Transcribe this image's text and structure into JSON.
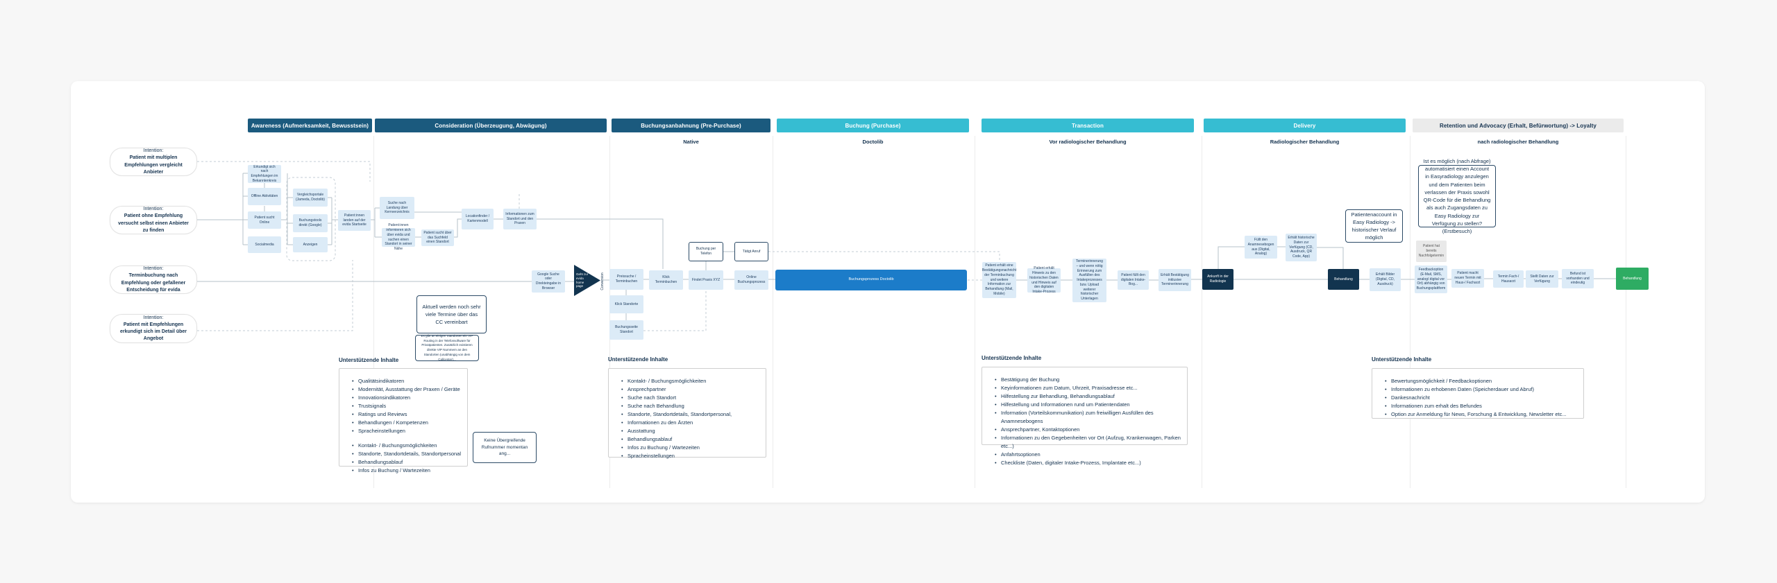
{
  "phases": [
    {
      "label": "Awareness (Aufmerksamkeit, Bewusstsein)",
      "sublabel": "",
      "color": "#1b5a7e"
    },
    {
      "label": "Consideration (Überzeugung, Abwägung)",
      "sublabel": "",
      "color": "#1b5a7e"
    },
    {
      "label": "Buchungsanbahnung (Pre-Purchase)",
      "sublabel": "Native",
      "color": "#1b5a7e"
    },
    {
      "label": "Buchung (Purchase)",
      "sublabel": "Doctolib",
      "color": "#36bdd2"
    },
    {
      "label": "Transaction",
      "sublabel": "Vor radiologischer Behandlung",
      "color": "#36bdd2"
    },
    {
      "label": "Delivery",
      "sublabel": "Radiologischer Behandlung",
      "color": "#36bdd2"
    },
    {
      "label": "Retention und Advocacy (Erhalt, Befürwortung) -> Loyalty",
      "sublabel": "nach radiologischer Behandlung",
      "color": "#ebebeb"
    }
  ],
  "intentions": {
    "label": "Intention:",
    "items": [
      "Patient mit multiplen Empfehlungen vergleicht Anbieter",
      "Patient ohne Empfehlung versucht selbst einen Anbieter zu finden",
      "Terminbuchung nach Empfehlung oder gefallener Entscheidung für evida",
      "Patient mit Empfehlungen erkundigt sich im Detail über Angebot"
    ]
  },
  "divider_label": "Conversion",
  "nodes": {
    "aw1": "Erkundigt sich nach Empfehlungen im Bekanntenkreis",
    "aw2": "Offline Aktivitäten",
    "aw3": "Patient sucht Online",
    "aw4": "Socialmedia",
    "po1": "Vergleichsportale (Jameda, Doctolib)",
    "po2": "Buchungstools direkt (Google)",
    "po3": "Anzeigen",
    "landing": "Patient:innen landen auf der evida Startseite",
    "search_directory": "Suche nach Landung über Kernverzeichnis",
    "info_evida": "Patient:innen informieren sich über evida und suchen einen Standort in seiner Nähe",
    "search_location": "Patient sucht über das Suchfeld einen Standort",
    "location_finder": "Locationfinder / Kartenmodell",
    "location_info": "Informationen zum Standort und den Praxen",
    "google_direct": "Google Suche oder Direkteingabe in Browser",
    "goto_homepage": "Geht zur evida home page",
    "pp_price": "Preissuche / Terminbuchen",
    "pp_click_termin": "Klick Terminbuchen",
    "pp_praxis": "Findet Praxis XYZ",
    "pp_online": "Online Buchungsprozess",
    "pp_click_standorte": "Klick Standorte",
    "pp_buchungsseite": "Buchungsseite Standort",
    "phone_booking": "Buchung per Telefon",
    "phone_call": "Tätigt Anruf",
    "purchase_process": "Buchungsprozess Doctolib",
    "tr1": "Patient erhält eine Bestätigungsnachricht der Terminbuchung und weitere Information zur Behandlung (Mail, Mobile)",
    "tr2": "Patient erhält Hinweis zu den historischen Daten und Hinweis auf den digitalen Intake-Prozess",
    "tr3": "Terminerinnerung – und wenn nötig Erinnerung zum Ausfüllen des Intakeprozesses bzw. Upload weiterer historischer Unterlagen",
    "tr4": "Patient füllt den digitalen Intake-Bog...",
    "tr5": "Erhält Bestätigung inklusive Terminerinnerung",
    "de_arrival": "Ankunft in der Radiologie",
    "de_anamnese": "Füllt den Anamnesebogen aus (Digital, Analog)",
    "de_history": "Erhält historische Daten zur Verfügung (CD, Ausdruck, QR Code, App)",
    "de_treatment": "Behandlung",
    "de_images": "Erhält Bilder (Digital, CD, Ausdruck)",
    "re_followup": "Patient hat bereits Nachfolgetermin",
    "re_feedback": "Feedbackoption (E-Mail, SMS, analog/ digital vor Ort) abhängig von Buchungsplattform",
    "re_new_termin": "Patient macht neuen Termin mit Haus-/ Facharzt",
    "re_termin_arzt": "Termin Fach-/ Hausarzt",
    "re_daten": "Stellt Daten zur Verfügung",
    "re_befund": "Befund ist vorhanden und eindeutig",
    "re_treatment": "Behandlung"
  },
  "notes": {
    "cc_note": "Aktuell werden noch sehr viele Termine über das CC vereinbart",
    "vip_note": "Es gibt an einigen Standorten ein VIP Routing in der Telefonsoftware für Privatpatienten. Zusätzlich existieren direkte VIP Nummern an den Standorten (unabhängig von dem Callcenter)...",
    "rufnummer_note": "Keine Übergreifende Rufnummer momentan ang...",
    "account_note": "Patientenaccount in Easy Radiology -> historischer Verlauf möglich",
    "easy_note": "Ist es möglich (nach Abfrage) automatisiert einen Account in Easyradiology anzulegen und dem Patienten beim verlassen der Praxis sowohl QR-Code für die Behandlung als auch Zugangsdaten zu Easy Radiology zur Verfügung zu stellen? (Erstbesuch)"
  },
  "supporting": [
    {
      "title": "Unterstützende Inhalte",
      "groups": [
        [
          "Qualitätsindikatoren",
          "Modernität, Ausstattung der Praxen / Geräte",
          "Innovationsindikatoren",
          "Trustsignals",
          "Ratings und Reviews",
          "Behandlungen / Kompetenzen",
          "Spracheinstellungen"
        ],
        [
          "Kontakt- / Buchungsmöglichkeiten",
          "Standorte, Standortdetails, Standortpersonal",
          "Behandlungsablauf",
          "Infos zu Buchung / Wartezeiten"
        ]
      ]
    },
    {
      "title": "Unterstützende Inhalte",
      "groups": [
        [
          "Kontakt- / Buchungsmöglichkeiten",
          "Ansprechpartner",
          "Suche nach Standort",
          "Suche nach Behandlung",
          "Standorte, Standortdetails, Standortpersonal,",
          "Informationen zu den Ärzten",
          "Ausstattung",
          "Behandlungsablauf",
          "Infos zu Buchung / Wartezeiten",
          "Spracheinstellungen"
        ]
      ]
    },
    {
      "title": "Unterstützende Inhalte",
      "groups": [
        [
          "Bestätigung der Buchung",
          "Keyinformationen zum Datum, Uhrzeit, Praxisadresse etc...",
          "Hilfestellung zur Behandlung, Behandlungsablauf",
          "Hilfestellung und Informationen rund um Patientendaten",
          "Information (Vorteilskommunikation) zum freiwilligen Ausfüllen des Anamnesebogens",
          "Ansprechpartner, Kontaktoptionen",
          "Informationen zu den Gegebenheiten vor Ort (Aufzug, Krankenwagen, Parken etc...)",
          "Anfahrtsoptionen",
          "Checkliste (Daten, digitaler Intake-Prozess, Implantate etc...)"
        ]
      ]
    },
    {
      "title": "Unterstützende Inhalte",
      "groups": [
        [
          "Bewertungsmöglichkeit / Feedbackoptionen",
          "Informationen zu erhobenen Daten (Speicherdauer und Abruf)",
          "Dankesnachricht",
          "Informationen zum erhalt des Befundes",
          "Option zur Anmeldung für News, Forschung & Entwicklung, Newsletter etc..."
        ]
      ]
    }
  ],
  "colors": {
    "header_navy": "#1b5a7e",
    "header_teal": "#36bdd2",
    "header_gray": "#ebebeb",
    "node_light_blue": "#dcebf7",
    "node_dark_navy": "#12344f",
    "node_bright_blue": "#1c7cc9",
    "node_green": "#2eac63",
    "node_gray": "#e9e9e9",
    "connector_gray": "#b6c1c9",
    "text_navy": "#14324f"
  }
}
